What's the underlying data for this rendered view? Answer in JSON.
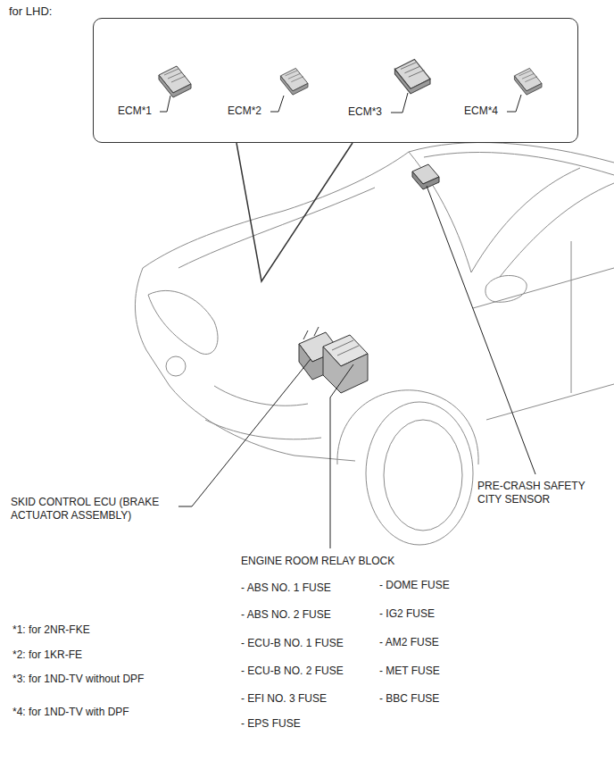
{
  "diagram": {
    "title": "for LHD:",
    "nodes": [
      {
        "text": [
          "ECM*1",
          "ECM*2",
          "ECM*3",
          "ECM*4"
        ]
      }
    ],
    "labels": [
      "PRE-CRASH SAFETY CITY SENSOR",
      "SKID CONTROL ECU (BRAKE ACTUATOR ASSEMBLY)",
      "ENGINE ROOM RELAY BLOCK",
      "- ABS NO. 1 FUSE",
      "- ABS NO. 2 FUSE",
      "- ECU-B NO. 1 FUSE",
      "- ECU-B NO. 2 FUSE",
      "- EFI NO. 3 FUSE",
      "- EPS FUSE",
      "- DOME FUSE",
      "- IG2 FUSE",
      "- AM2 FUSE",
      "- MET FUSE",
      "- BBC FUSE",
      "*1: for 2NR-FKE",
      "*2: for 1KR-FE",
      "*3: for 1ND-TV without DPF",
      "*4: for 1ND-TV with DPF"
    ]
  }
}
